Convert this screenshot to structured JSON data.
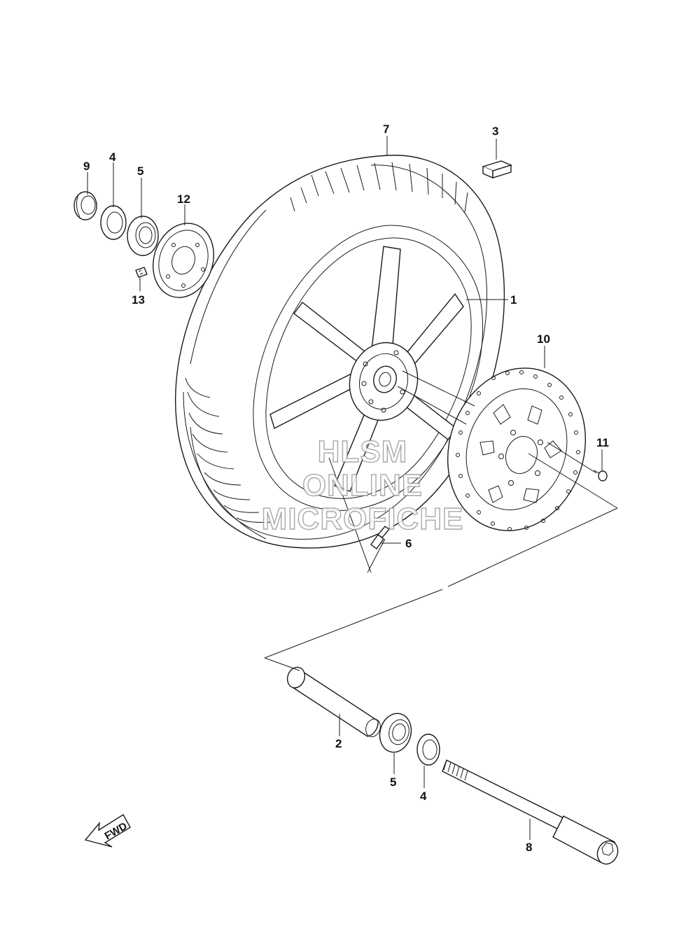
{
  "callouts": {
    "c1": "1",
    "c2": "2",
    "c3": "3",
    "c4a": "4",
    "c4b": "4",
    "c5a": "5",
    "c5b": "5",
    "c6": "6",
    "c7": "7",
    "c8": "8",
    "c9": "9",
    "c10": "10",
    "c11": "11",
    "c12": "12",
    "c13": "13"
  },
  "watermark": {
    "line1": "HLSM",
    "line2": "ONLINE",
    "line3": "MICROFICHE"
  },
  "fwd_label": "FWD",
  "colors": {
    "line": "#1a1a1a",
    "watermark_outline": "#9a9a9a"
  }
}
